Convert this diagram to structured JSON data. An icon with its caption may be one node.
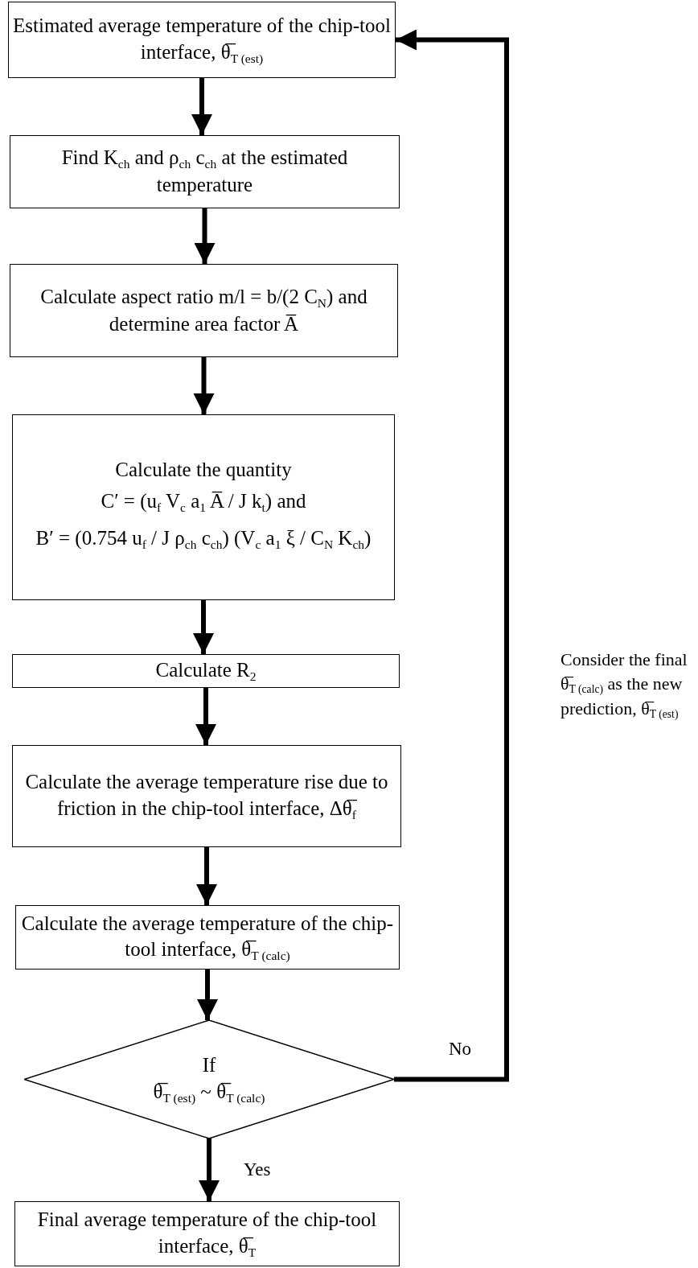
{
  "diagram": {
    "nodes": [
      {
        "text": [
          "Estimated average temperature of the chip-tool interface, θ̅$_{T (est)}$"
        ]
      },
      {
        "text": [
          "Find K$_{ch}$ and ρ$_{ch}$ c$_{ch}$ at the estimated temperature"
        ]
      },
      {
        "text": [
          "Calculate aspect ratio m/l = b/(2 C$_{N}$) and determine area factor A̅"
        ]
      },
      {
        "text": [
          "Calculate the quantity",
          "C′ = (u$_{f}$ V$_{c}$ a$_{1}$ A̅ / J k$_{t}$) and",
          "B′ = (0.754 u$_{f}$ / J ρ$_{ch}$ c$_{ch}$) (V$_{c}$ a$_{1}$ ξ / C$_{N}$ K$_{ch}$)"
        ]
      },
      {
        "text": [
          "Calculate R$_{2}$"
        ]
      },
      {
        "text": [
          "Calculate the average temperature rise due to friction in the chip-tool interface, Δθ̅$_{f}$"
        ]
      },
      {
        "text": [
          "Calculate the average temperature of the chip-tool interface, θ̅$_{T (calc)}$"
        ]
      },
      {
        "text": [
          "If",
          "θ̅$_{T (est)}$ ~ θ̅$_{T (calc)}$"
        ]
      },
      {
        "text": [
          "Final average temperature of the chip-tool interface, θ̅$_{T}$"
        ]
      }
    ],
    "edges": [
      {
        "from": 0,
        "to": 1,
        "arrow": "to"
      },
      {
        "from": 1,
        "to": 2,
        "arrow": "to"
      },
      {
        "from": 2,
        "to": 3,
        "arrow": "to"
      },
      {
        "from": 3,
        "to": 4,
        "arrow": "to"
      },
      {
        "from": 4,
        "to": 5,
        "arrow": "to"
      },
      {
        "from": 5,
        "to": 6,
        "arrow": "to"
      },
      {
        "from": 6,
        "to": 7,
        "arrow": "to"
      },
      {
        "from": 7,
        "to": 8,
        "arrow": "to",
        "label": "Yes"
      },
      {
        "from": 7,
        "to": 0,
        "arrow": "to",
        "label": "No"
      }
    ],
    "labels": [
      "Consider the final θ̅$_{T (calc)}$ as the new prediction, θ̅$_{T (est)}$"
    ]
  }
}
